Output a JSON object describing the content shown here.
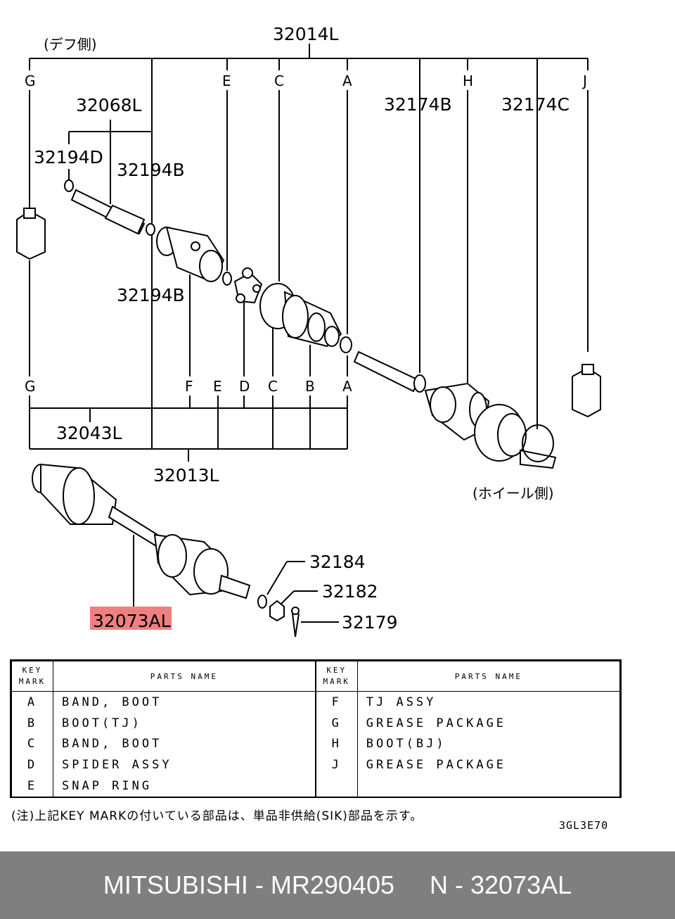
{
  "diagram": {
    "side_diff": "(デフ側)",
    "side_wheel": "(ホイール側)",
    "parts": {
      "p32014L": "32014L",
      "p32068L": "32068L",
      "p32194D": "32194D",
      "p32194B_top": "32194B",
      "p32194B_mid": "32194B",
      "p32174B": "32174B",
      "p32174C": "32174C",
      "p32043L": "32043L",
      "p32013L": "32013L",
      "p32184": "32184",
      "p32182": "32182",
      "p32179": "32179",
      "p32073AL": "32073AL"
    },
    "top_marks": [
      "G",
      "E",
      "C",
      "A",
      "H",
      "J"
    ],
    "bottom_marks": [
      "G",
      "F",
      "E",
      "D",
      "C",
      "B",
      "A"
    ],
    "highlight_color": "#f08080"
  },
  "legend": {
    "header_key": "KEY",
    "header_mark": "MARK",
    "header_parts": "PARTS NAME",
    "rows": [
      {
        "lk": "A",
        "ln": "BAND, BOOT",
        "rk": "F",
        "rn": "TJ ASSY"
      },
      {
        "lk": "B",
        "ln": "BOOT(TJ)",
        "rk": "G",
        "rn": "GREASE PACKAGE"
      },
      {
        "lk": "C",
        "ln": "BAND, BOOT",
        "rk": "H",
        "rn": "BOOT(BJ)"
      },
      {
        "lk": "D",
        "ln": "SPIDER ASSY",
        "rk": "J",
        "rn": "GREASE PACKAGE"
      },
      {
        "lk": "E",
        "ln": "SNAP RING",
        "rk": "",
        "rn": ""
      }
    ]
  },
  "note": "(注)上記KEY MARKの付いている部品は、単品非供給(SIK)部品を示す。",
  "diagram_code": "3GL3E70",
  "footer": {
    "text": "MITSUBISHI - MR290405     N - 32073AL",
    "background": "#7f7f7f"
  }
}
